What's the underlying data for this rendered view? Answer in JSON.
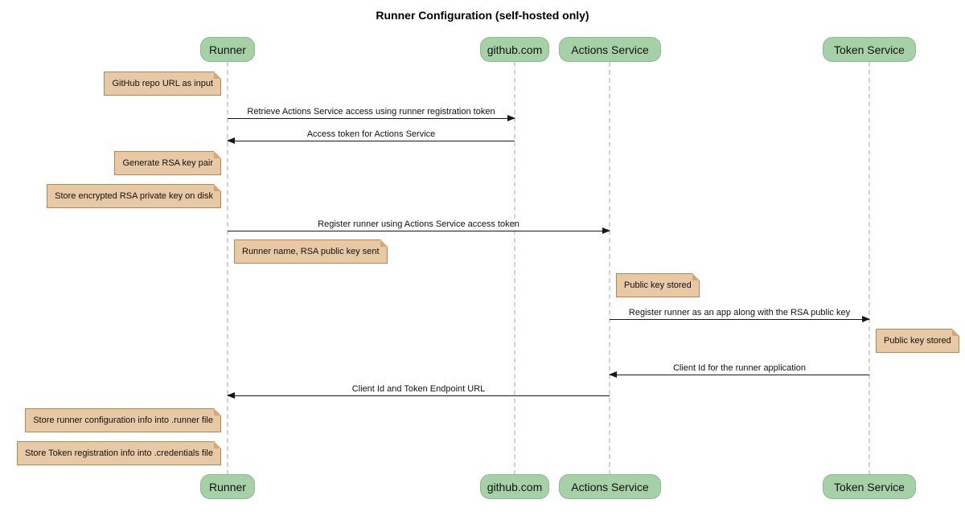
{
  "title": "Runner Configuration (self-hosted only)",
  "participants": [
    {
      "label": "Runner"
    },
    {
      "label": "github.com"
    },
    {
      "label": "Actions Service"
    },
    {
      "label": "Token Service"
    }
  ],
  "messages": [
    {
      "from": "Runner",
      "to": "github.com",
      "text": "Retrieve Actions Service access using runner registration token"
    },
    {
      "from": "github.com",
      "to": "Runner",
      "text": "Access token for Actions Service"
    },
    {
      "from": "Runner",
      "to": "Actions Service",
      "text": "Register runner using Actions Service access token"
    },
    {
      "from": "Actions Service",
      "to": "Token Service",
      "text": "Register runner as an app along with the RSA public key"
    },
    {
      "from": "Token Service",
      "to": "Actions Service",
      "text": "Client Id for the runner application"
    },
    {
      "from": "Actions Service",
      "to": "Runner",
      "text": "Client Id and Token Endpoint URL"
    }
  ],
  "notes": [
    {
      "text": "GitHub repo URL as input",
      "position": "left of Runner"
    },
    {
      "text": "Generate RSA key pair",
      "position": "left of Runner"
    },
    {
      "text": "Store encrypted RSA private key on disk",
      "position": "left of Runner"
    },
    {
      "text": "Runner name, RSA public key sent",
      "position": "right of Runner"
    },
    {
      "text": "Public key stored",
      "position": "right of Actions Service"
    },
    {
      "text": "Public key stored",
      "position": "right of Token Service"
    },
    {
      "text": "Store runner configuration info into .runner file",
      "position": "left of Runner"
    },
    {
      "text": "Store Token registration info into .credentials file",
      "position": "left of Runner"
    }
  ],
  "colors": {
    "participant_fill": "#a6d0a6",
    "participant_border": "#8db98d",
    "note_fill": "#e8c9a5",
    "note_border": "#b5864f",
    "lifeline": "#d3d3d3",
    "arrow": "#181818",
    "background": "#ffffff"
  }
}
